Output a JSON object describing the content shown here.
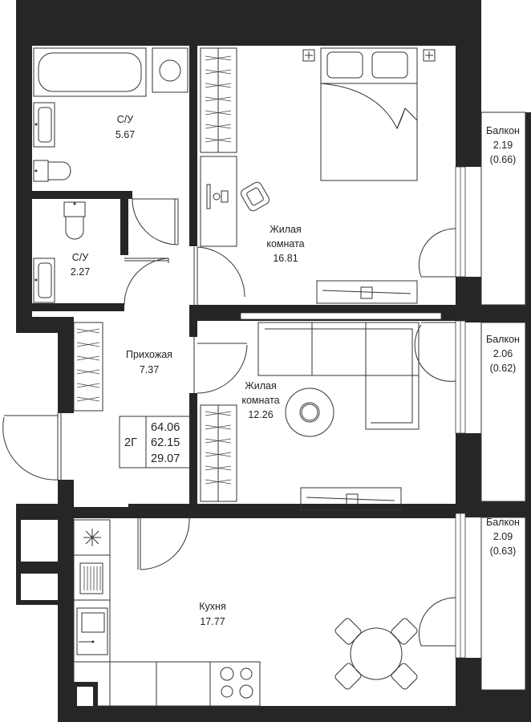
{
  "rooms": {
    "bathroom_1": {
      "name": "С/У",
      "area": "5.67"
    },
    "bathroom_2": {
      "name": "С/У",
      "area": "2.27"
    },
    "bedroom": {
      "name_line1": "Жилая",
      "name_line2": "комната",
      "area": "16.81"
    },
    "living": {
      "name_line1": "Жилая",
      "name_line2": "комната",
      "area": "12.26"
    },
    "hallway": {
      "name": "Прихожая",
      "area": "7.37"
    },
    "kitchen": {
      "name": "Кухня",
      "area": "17.77"
    }
  },
  "balconies": [
    {
      "name": "Балкон",
      "area": "2.19",
      "reduced": "(0.66)"
    },
    {
      "name": "Балкон",
      "area": "2.06",
      "reduced": "(0.62)"
    },
    {
      "name": "Балкон",
      "area": "2.09",
      "reduced": "(0.63)"
    }
  ],
  "summary": {
    "type": "2Г",
    "total_area": "64.06",
    "living_total": "62.15",
    "living_area": "29.07"
  },
  "colors": {
    "wall": "#262626",
    "background": "#ffffff",
    "line": "#333333"
  },
  "icons": [
    "bathtub-icon",
    "sink-icon",
    "toilet-icon",
    "bed-icon",
    "desk-icon",
    "chair-icon",
    "tv-stand-icon",
    "sofa-icon",
    "round-table-icon",
    "dining-table-icon",
    "stove-icon",
    "wardrobe-icon",
    "door-icon",
    "window-icon"
  ]
}
